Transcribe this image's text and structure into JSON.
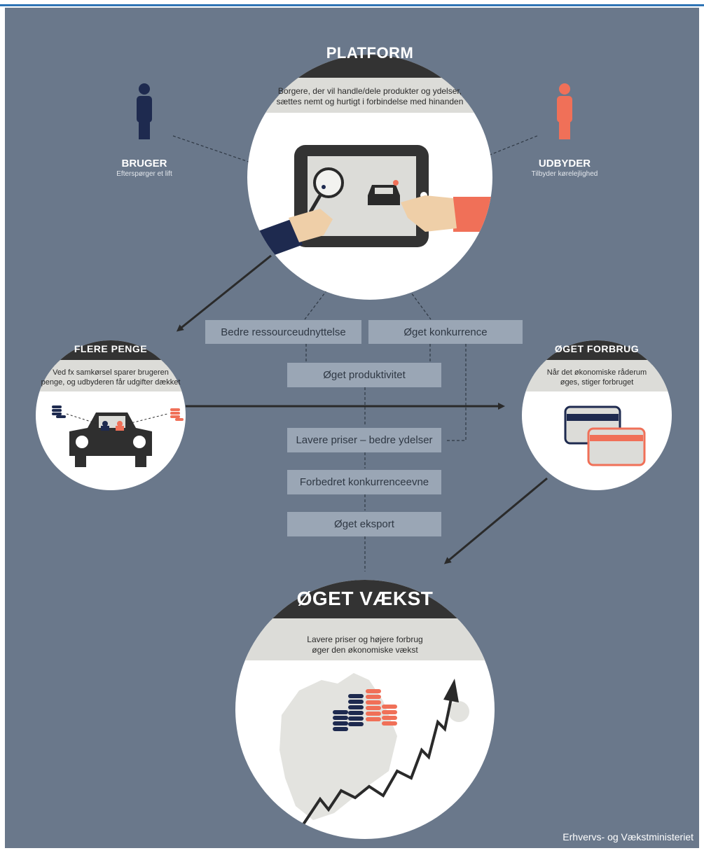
{
  "platform": {
    "title": "PLATFORM",
    "description_lines": [
      "Borgere, der vil handle/dele produkter og ydelser,",
      "sættes nemt og hurtigt i forbindelse med hinanden"
    ]
  },
  "bruger": {
    "label": "BRUGER",
    "sub": "Efterspørger et lift"
  },
  "udbyder": {
    "label": "UDBYDER",
    "sub": "Tilbyder kørelejlighed"
  },
  "flere_penge": {
    "title": "FLERE PENGE",
    "description_lines": [
      "Ved fx samkørsel sparer brugeren",
      "penge, og udbyderen får udgifter dækket"
    ]
  },
  "oget_forbrug": {
    "title": "ØGET FORBRUG",
    "description_lines": [
      "Når det økonomiske råderum",
      "øges, stiger forbruget"
    ]
  },
  "oget_vaekst": {
    "title": "ØGET VÆKST",
    "description_lines": [
      "Lavere priser og højere forbrug",
      "øger den økonomiske vækst"
    ]
  },
  "boxes": {
    "ressource": "Bedre ressourceudnyttelse",
    "konkurrence": "Øget konkurrence",
    "produktivitet": "Øget produktivitet",
    "priser": "Lavere priser – bedre ydelser",
    "konkurrenceevne": "Forbedret konkurrenceevne",
    "eksport": "Øget eksport"
  },
  "credit": "Erhvervs- og Vækstministeriet",
  "colors": {
    "background": "#6a788b",
    "circle_header": "#333333",
    "circle_band": "#dcdcd8",
    "navy": "#1e2a4f",
    "coral": "#f07058",
    "box": "#9aa6b5"
  }
}
